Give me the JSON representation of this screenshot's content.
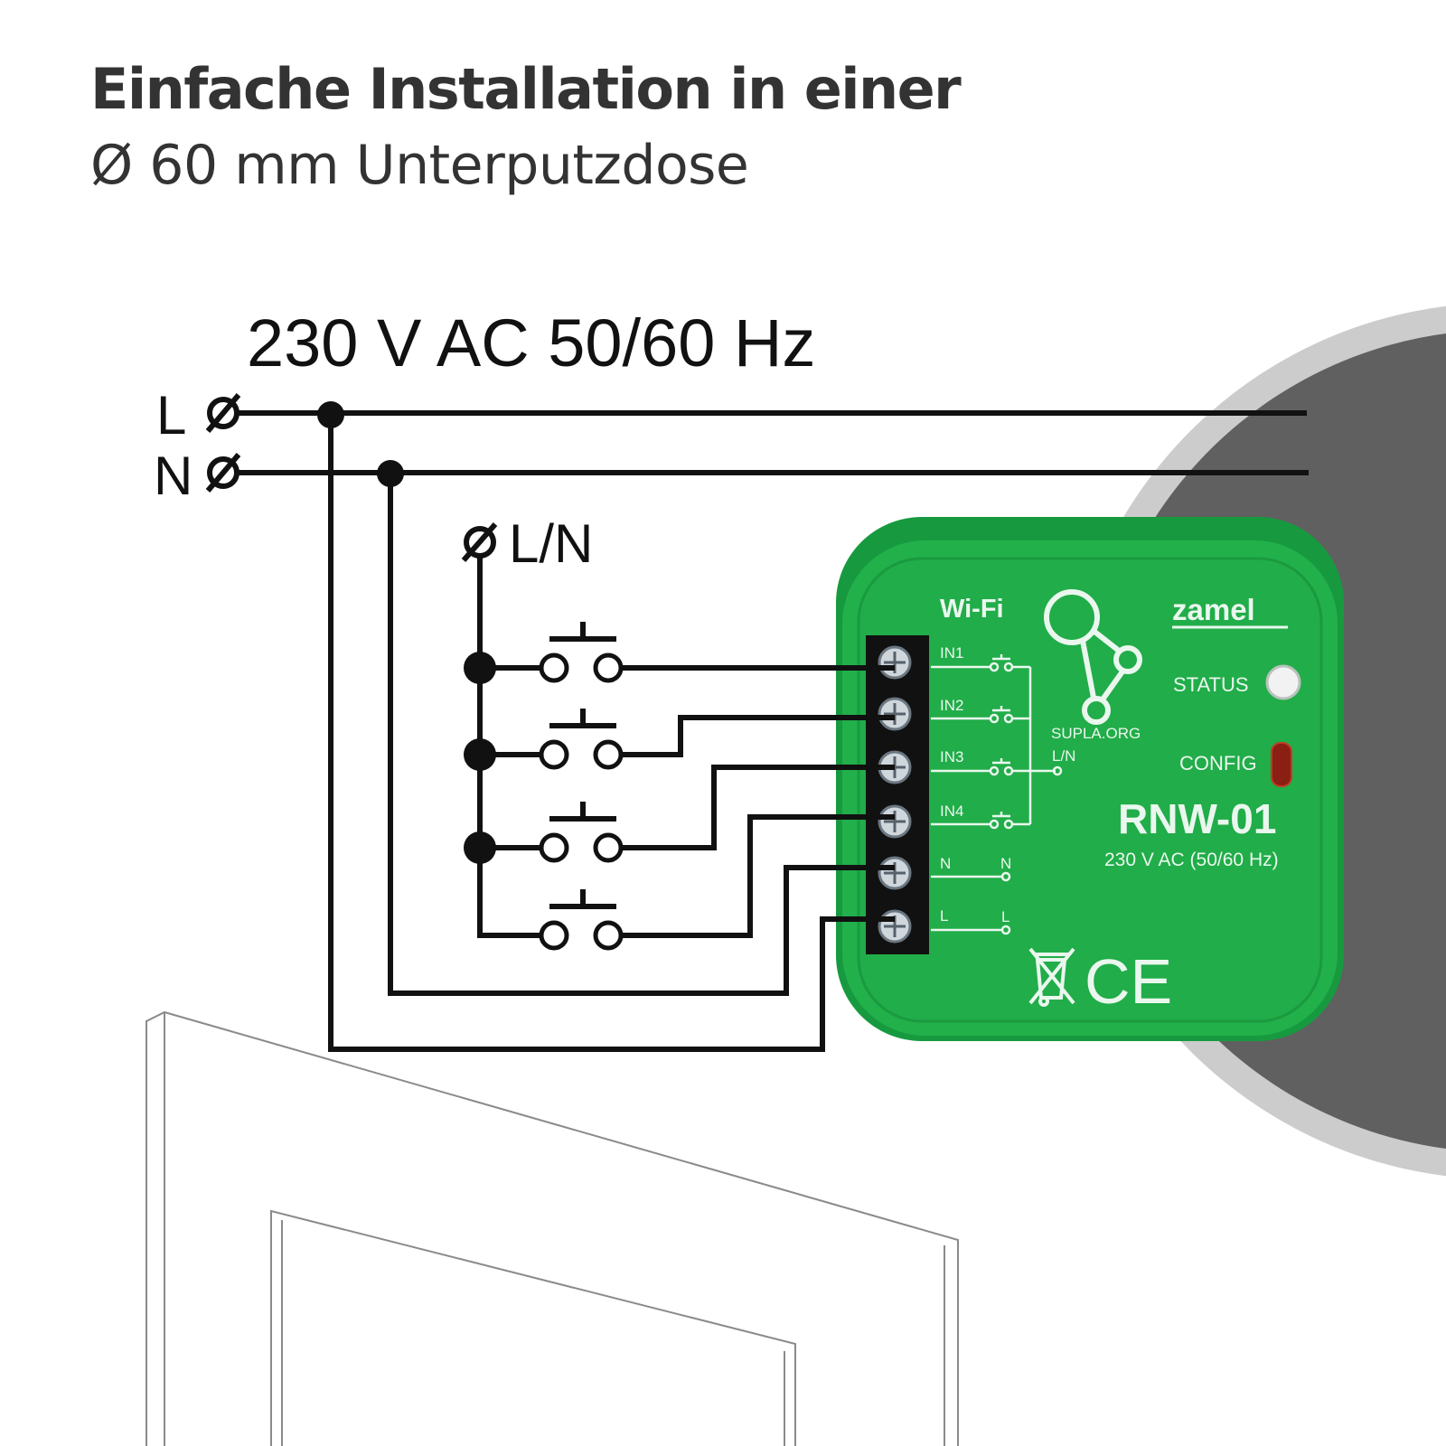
{
  "header": {
    "title": "Einfache Installation in einer",
    "subtitle": "Ø 60 mm Unterputzdose"
  },
  "wiring": {
    "supply_label": "230 V AC 50/60  Hz",
    "line_label": "L",
    "neutral_label": "N",
    "terminal_symbol": "Ø",
    "common_label": "L/N"
  },
  "device": {
    "brand": "zamel",
    "wifi_label": "Wi-Fi",
    "supla_label": "SUPLA.ORG",
    "status_label": "STATUS",
    "config_label": "CONFIG",
    "model": "RNW-01",
    "rating": "230 V AC (50/60 Hz)",
    "common_label": "L/N",
    "terminals": [
      "IN1",
      "IN2",
      "IN3",
      "IN4",
      "N",
      "L"
    ],
    "right_labels": [
      "N",
      "L"
    ],
    "ce_mark": "CE",
    "colors": {
      "body": "#22b04b",
      "dark_green": "#179a3f",
      "terminal_block": "#111111"
    }
  },
  "colors": {
    "text": "#333333",
    "wire": "#111111",
    "ring_light": "#cccccc",
    "ring_dark": "#606060"
  }
}
